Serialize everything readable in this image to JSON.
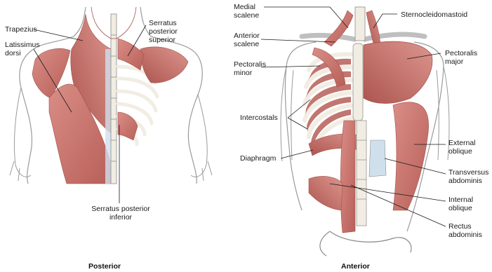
{
  "posterior": {
    "caption": "Posterior",
    "labels": {
      "trapezius": "Trapezius",
      "latissimus_1": "Latissimus",
      "latissimus_2": "dorsi",
      "serratus_sup_1": "Serratus",
      "serratus_sup_2": "posterior",
      "serratus_sup_3": "superior",
      "serratus_inf_1": "Serratus posterior",
      "serratus_inf_2": "inferior"
    }
  },
  "anterior": {
    "caption": "Anterior",
    "labels": {
      "medial_scalene_1": "Medial",
      "medial_scalene_2": "scalene",
      "anterior_scalene_1": "Anterior",
      "anterior_scalene_2": "scalene",
      "pectoralis_minor_1": "Pectoralis",
      "pectoralis_minor_2": "minor",
      "intercostals": "Intercostals",
      "diaphragm": "Diaphragm",
      "sternocleidomastoid": "Sternocleidomastoid",
      "pectoralis_major_1": "Pectoralis",
      "pectoralis_major_2": "major",
      "external_oblique_1": "External",
      "external_oblique_2": "oblique",
      "transversus_1": "Transversus",
      "transversus_2": "abdominis",
      "internal_oblique_1": "Internal",
      "internal_oblique_2": "oblique",
      "rectus_1": "Rectus",
      "rectus_2": "abdominis"
    }
  },
  "colors": {
    "muscle": "#c4706a",
    "muscle_dark": "#a3504c",
    "muscle_light": "#dd9a92",
    "bone": "#f2ede3",
    "bone_outline": "#8a8a8a",
    "skin_outline": "#9a9a9a",
    "fascia": "#cfe0ec",
    "leader": "#1a1a1a"
  }
}
